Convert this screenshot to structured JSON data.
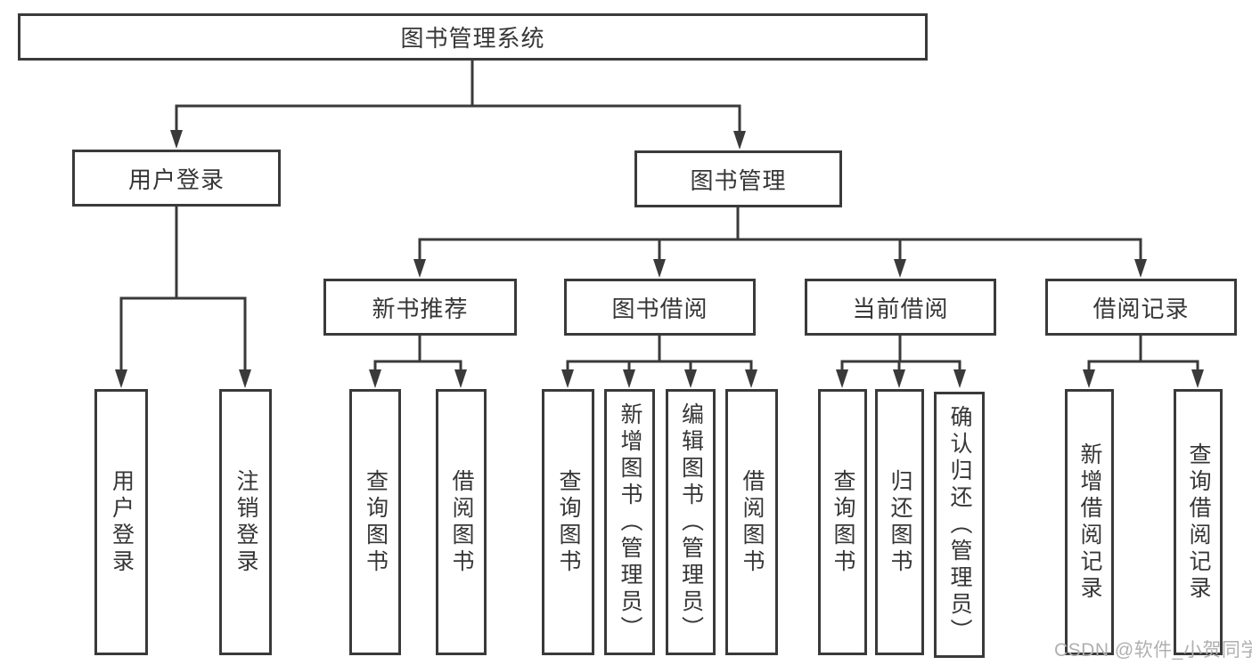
{
  "diagram": {
    "title": "图书管理系统",
    "branches": {
      "user_login": {
        "label": "用户登录",
        "children": [
          "用户登录",
          "注销登录"
        ]
      },
      "book_management": {
        "label": "图书管理",
        "sections": {
          "new_book": {
            "label": "新书推荐",
            "children": [
              "查询图书",
              "借阅图书"
            ]
          },
          "borrow": {
            "label": "图书借阅",
            "children": [
              "查询图书",
              "新增图书（管理员）",
              "编辑图书（管理员）",
              "借阅图书"
            ]
          },
          "current": {
            "label": "当前借阅",
            "children": [
              "查询图书",
              "归还图书",
              "确认归还（管理员）"
            ]
          },
          "records": {
            "label": "借阅记录",
            "children": [
              "新增借阅记录",
              "查询借阅记录"
            ]
          }
        }
      }
    }
  },
  "watermark": "CSDN @软件_小贺同学",
  "colors": {
    "line": "#3a3a3a",
    "text": "#363636",
    "watermark": "#b0b0b0",
    "background": "#ffffff"
  }
}
